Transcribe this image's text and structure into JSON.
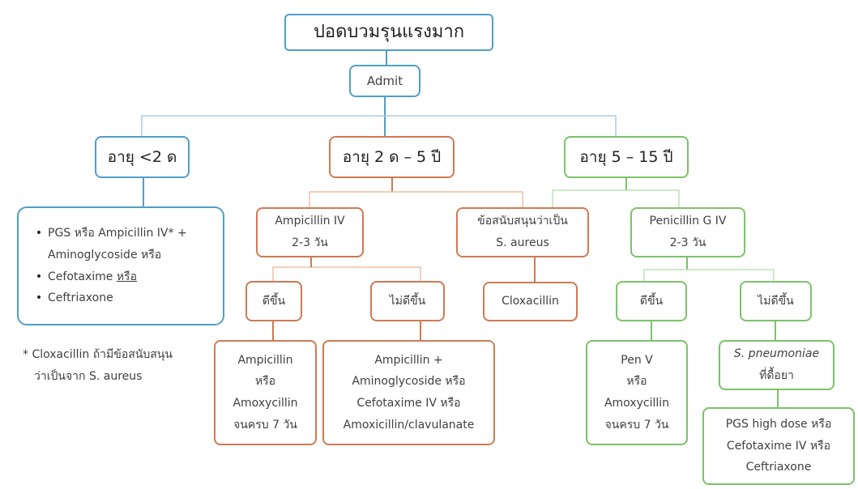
{
  "nodes": {
    "root": {
      "lines": [
        "ปอดบวมรุนแรงมาก"
      ]
    },
    "admit": {
      "lines": [
        "Admit"
      ]
    },
    "age_lt2": {
      "lines": [
        "อายุ <2 ด"
      ]
    },
    "age_2_5": {
      "lines": [
        "อายุ 2 ด – 5 ปี"
      ]
    },
    "age_5_15": {
      "lines": [
        "อายุ 5 – 15 ปี"
      ]
    },
    "infant_rx": {
      "items": [
        {
          "a": "PGS หรือ Ampicillin IV* +",
          "b": "Aminoglycoside หรือ"
        },
        {
          "a": "Cefotaxime ",
          "u": "หรือ"
        },
        {
          "a": "Ceftriaxone"
        }
      ]
    },
    "ampicillin_iv": {
      "lines": [
        "Ampicillin IV",
        "2-3 วัน"
      ]
    },
    "staph_evidence": {
      "lines": [
        "ข้อสนับสนุนว่าเป็น",
        "S. aureus"
      ]
    },
    "penicillin_g": {
      "lines": [
        "Penicillin G IV",
        "2-3 วัน"
      ]
    },
    "better_1": {
      "lines": [
        "ดีขึ้น"
      ]
    },
    "not_better_1": {
      "lines": [
        "ไม่ดีขึ้น"
      ]
    },
    "cloxacillin": {
      "lines": [
        "Cloxacillin"
      ]
    },
    "better_2": {
      "lines": [
        "ดีขึ้น"
      ]
    },
    "not_better_2": {
      "lines": [
        "ไม่ดีขึ้น"
      ]
    },
    "amp_amox": {
      "lines": [
        "Ampicillin",
        "หรือ",
        "Amoxycillin",
        "จนครบ 7 วัน"
      ]
    },
    "amp_combo": {
      "lines": [
        "Ampicillin +",
        "Aminoglycoside หรือ",
        "Cefotaxime IV หรือ",
        "Amoxicillin/clavulanate"
      ]
    },
    "penv": {
      "lines": [
        "Pen V",
        "หรือ",
        "Amoxycillin",
        "จนครบ 7 วัน"
      ]
    },
    "spneumo": {
      "italic": "S. pneumoniae",
      "rest": "ที่ดื้อยา"
    },
    "pgs_high": {
      "lines": [
        "PGS high dose หรือ",
        "Cefotaxime IV หรือ",
        "Ceftriaxone"
      ]
    }
  },
  "footnote": {
    "lines": [
      "* Cloxacillin ถ้ามีข้อสนับสนุน",
      "ว่าเป็นจาก S. aureus"
    ]
  },
  "colors": {
    "blue": "#4f9fc8",
    "orange": "#d07a52",
    "green": "#7cc26a"
  }
}
